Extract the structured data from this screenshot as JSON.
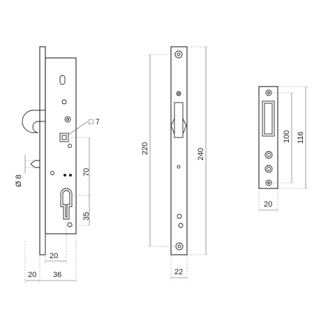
{
  "dimensions": {
    "backset_20": "20",
    "body_36": "36",
    "faceplate_offset_20": "20",
    "square_7": "□ 7",
    "diameter_8": "Ø 8",
    "spacing_70": "70",
    "spacing_35": "35",
    "strike_height_220": "220",
    "strike_height_240": "240",
    "strike_width_22": "22",
    "keeper_height_100": "100",
    "keeper_height_116": "116",
    "keeper_width_20": "20"
  },
  "colors": {
    "line": "#222222",
    "dimension": "#555555",
    "extension": "#888888"
  }
}
